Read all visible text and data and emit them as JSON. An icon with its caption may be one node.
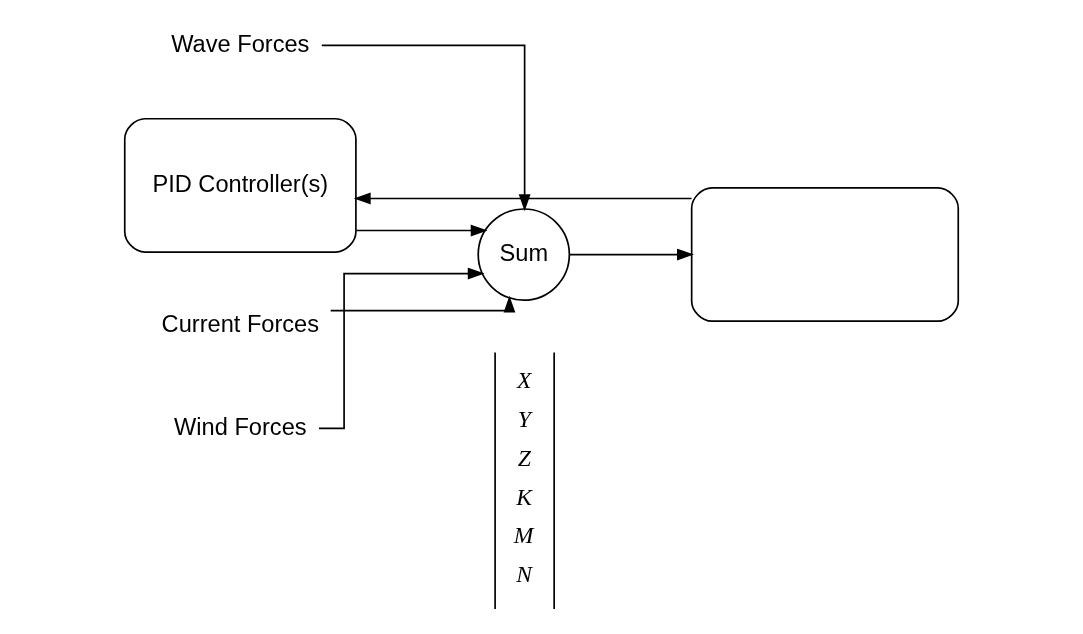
{
  "diagram": {
    "nodes": [
      {
        "text": [
          "Wave Forces"
        ]
      },
      {
        "text": [
          "Current Forces"
        ]
      },
      {
        "text": [
          "Wind Forces"
        ]
      },
      {
        "text": [
          "PID Controller(s)"
        ]
      },
      {
        "text": [
          "Sum"
        ]
      },
      {
        "text": [],
        "shape": "box"
      }
    ],
    "edges": [
      {
        "from": 0,
        "to": 4,
        "arrow": "to"
      },
      {
        "from": 1,
        "to": 4,
        "arrow": "to"
      },
      {
        "from": 2,
        "to": 4,
        "arrow": "to"
      },
      {
        "from": 3,
        "to": 4,
        "arrow": "to"
      },
      {
        "from": 4,
        "to": 5,
        "arrow": "to"
      },
      {
        "from": 5,
        "to": 3,
        "arrow": "to"
      }
    ],
    "labels": [
      "X",
      "Y",
      "Z",
      "K",
      "M",
      "N"
    ]
  }
}
